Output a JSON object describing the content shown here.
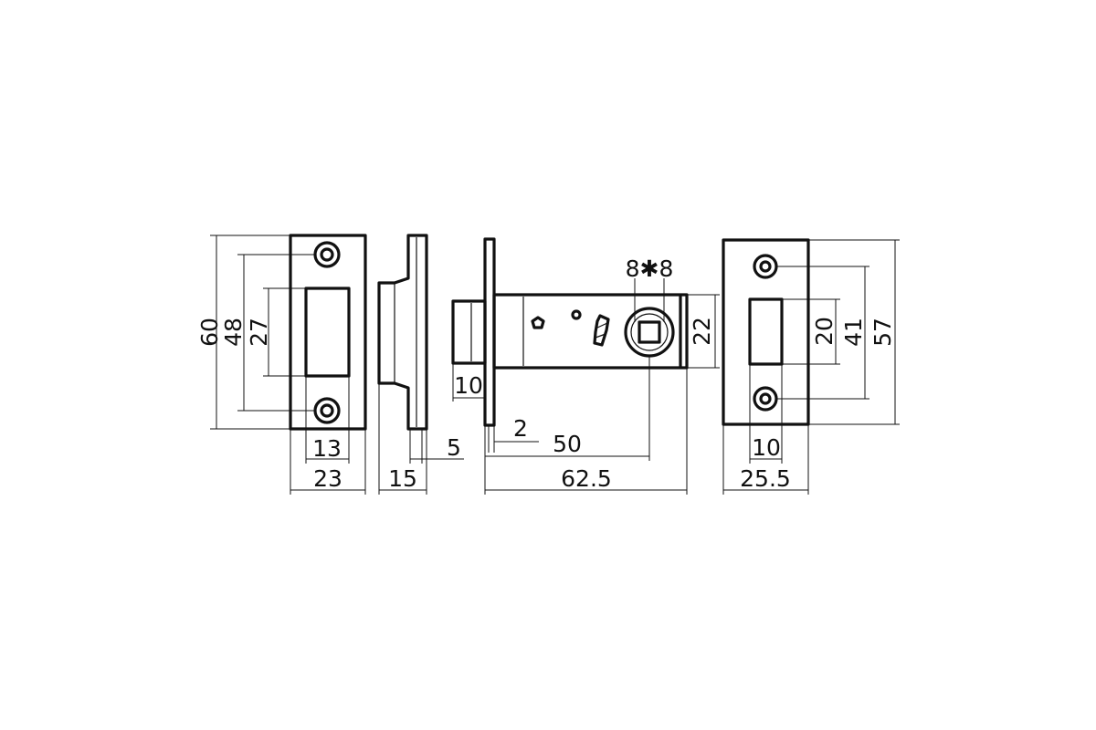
{
  "dimensions": {
    "strike_height": "60",
    "strike_hole_spacing": "48",
    "strike_slot_height": "27",
    "strike_slot_width": "13",
    "strike_width": "23",
    "side_depth": "15",
    "faceplate_thickness": "5",
    "faceplate_offset": "2",
    "bolt_projection": "10",
    "backset": "50",
    "spindle_size": "8✱8",
    "body_length": "62.5",
    "body_height": "22",
    "faceplate_height": "57",
    "faceplate_hole_spacing": "41",
    "faceplate_slot_height": "20",
    "faceplate_slot_width": "10",
    "faceplate_width": "25.5"
  }
}
